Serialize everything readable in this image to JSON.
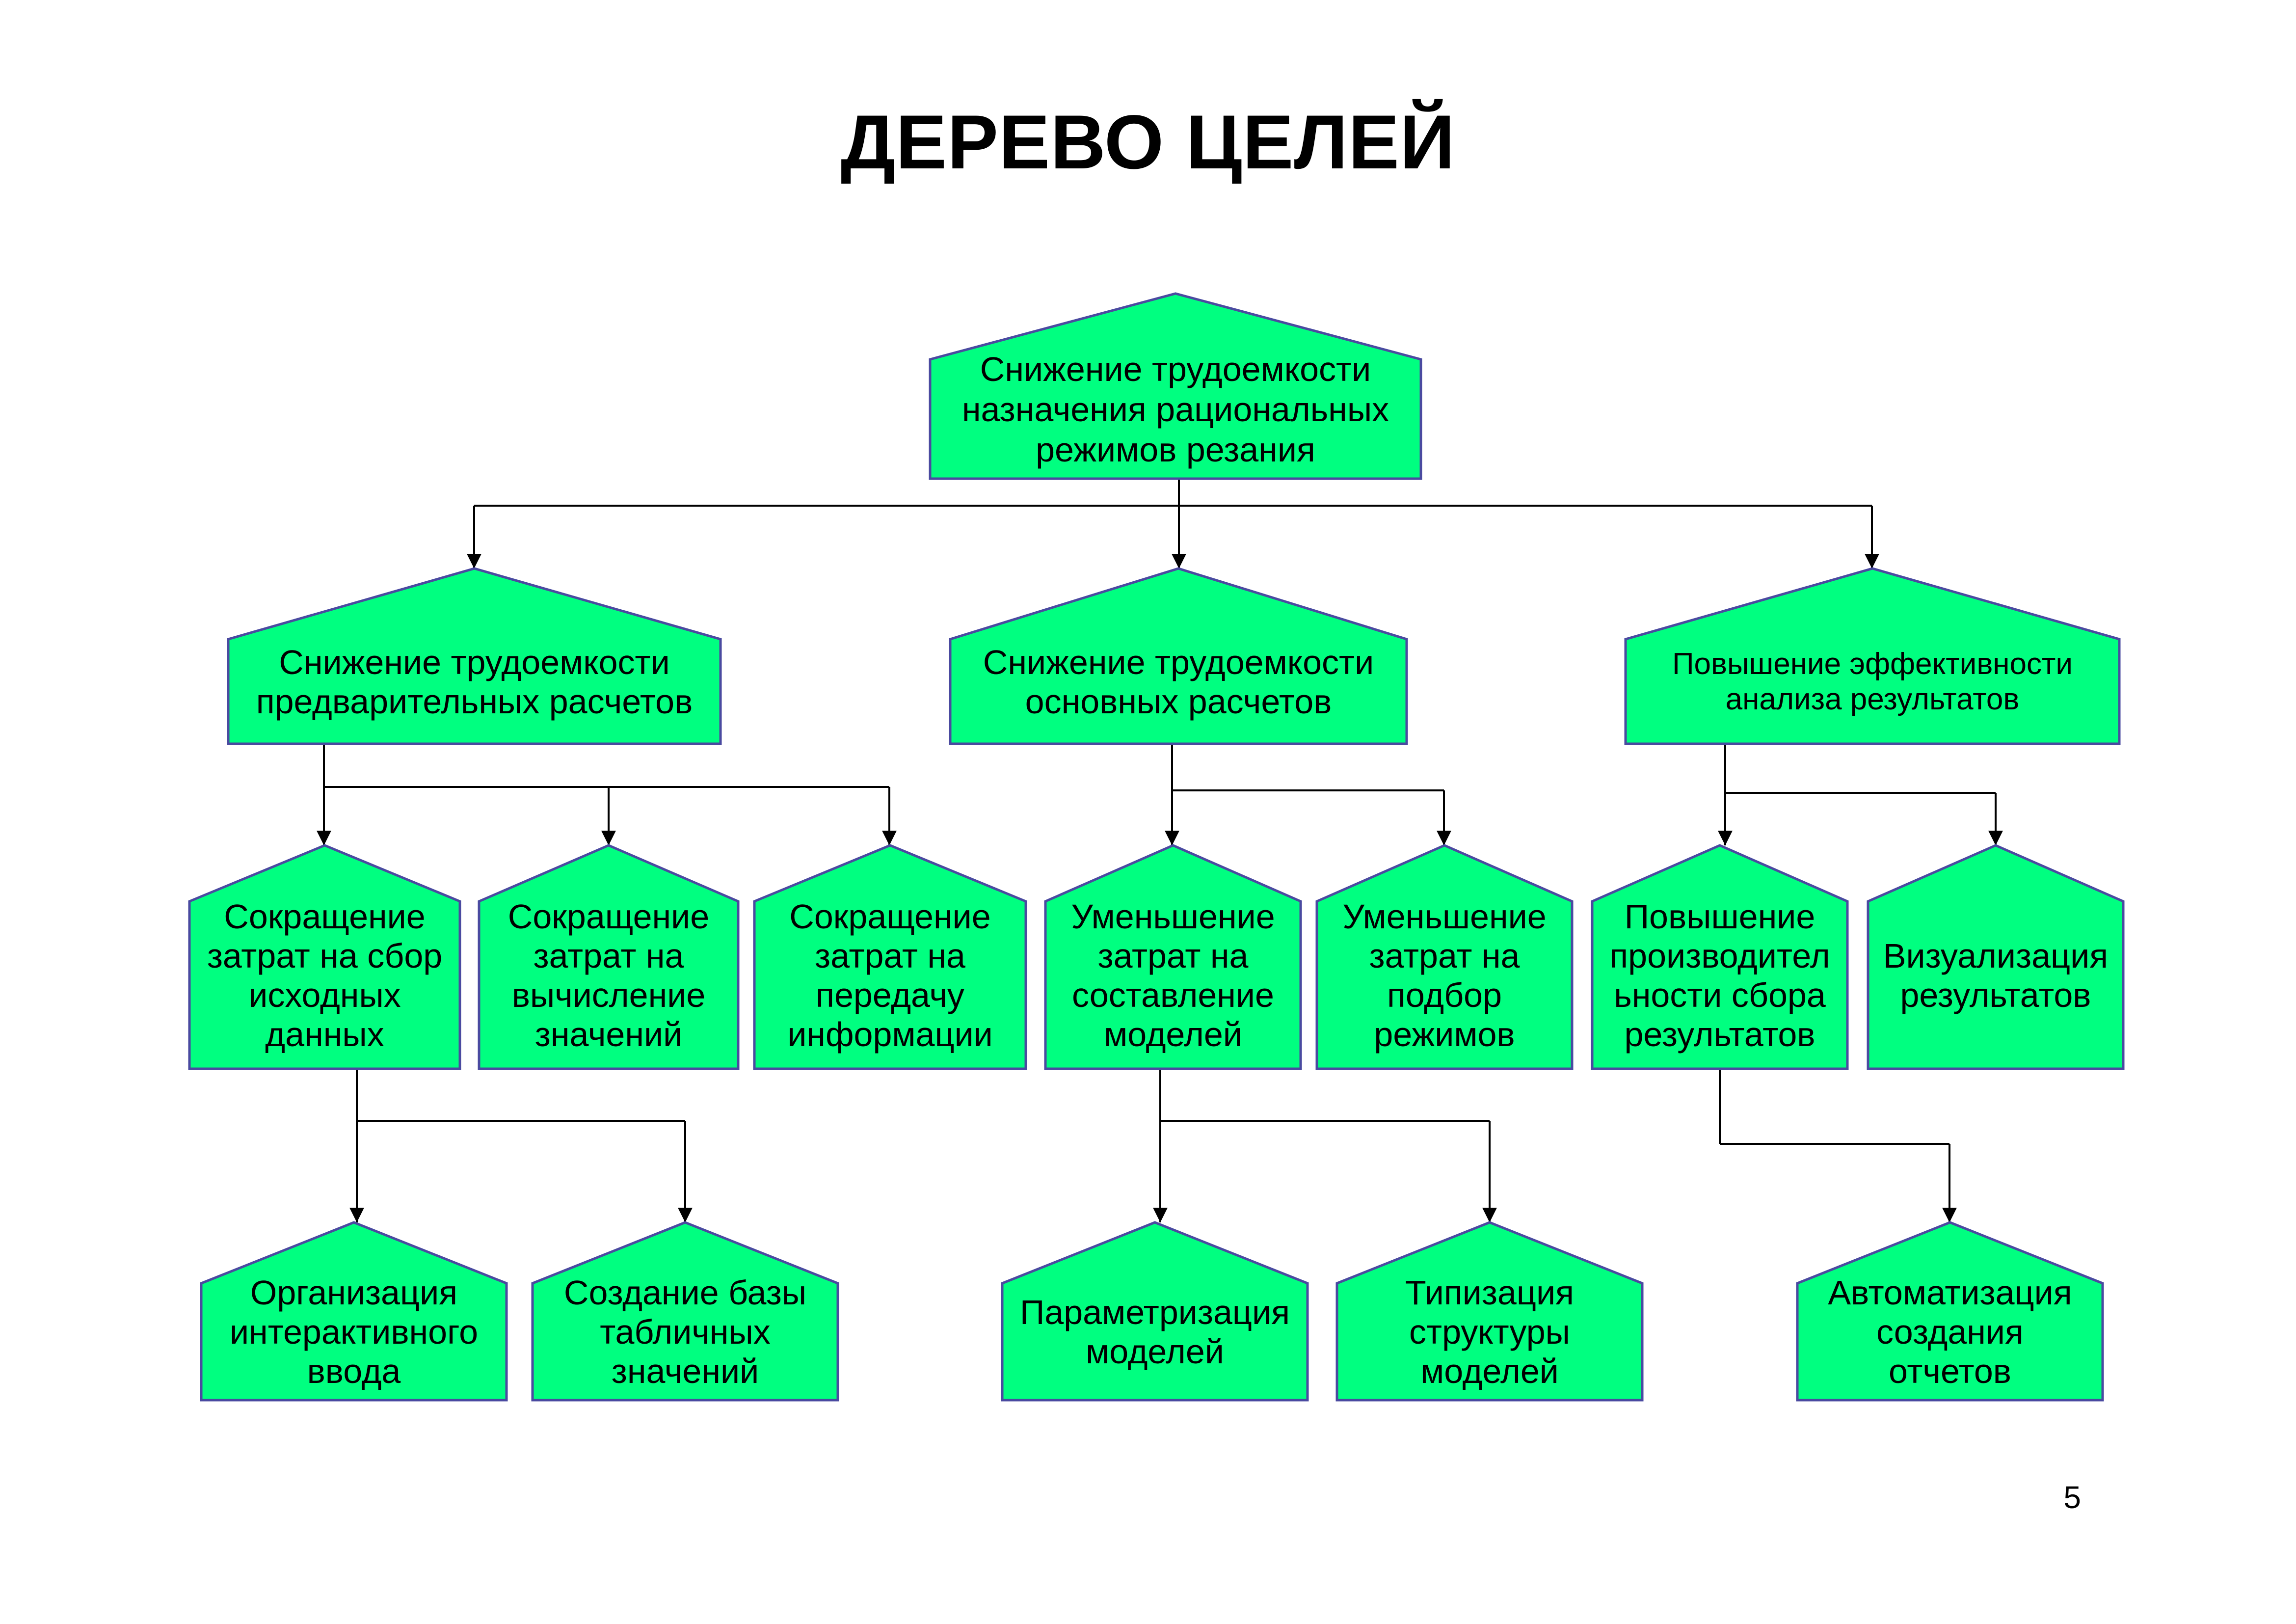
{
  "title": "ДЕРЕВО ЦЕЛЕЙ",
  "page_number": "5",
  "colors": {
    "node_fill": "#00ff80",
    "node_stroke": "#4a4aa0",
    "line": "#000000"
  },
  "nodes": [
    {
      "id": "root",
      "text": "Снижение трудоемкости\nназначения рациональных\nрежимов резания"
    },
    {
      "id": "pre-calc",
      "text": "Снижение трудоемкости\nпредварительных расчетов"
    },
    {
      "id": "main-calc",
      "text": "Снижение трудоемкости\nосновных расчетов"
    },
    {
      "id": "analysis",
      "text": "Повышение эффективности\nанализа результатов"
    },
    {
      "id": "collect",
      "text": "Сокращение\nзатрат на сбор\nисходных\nданных"
    },
    {
      "id": "compute",
      "text": "Сокращение\nзатрат на\nвычисление\nзначений"
    },
    {
      "id": "transfer",
      "text": "Сокращение\nзатрат на\nпередачу\nинформации"
    },
    {
      "id": "models",
      "text": "Уменьшение\nзатрат на\nсоставление\nмоделей"
    },
    {
      "id": "modes",
      "text": "Уменьшение\nзатрат на\nподбор\nрежимов"
    },
    {
      "id": "productivity",
      "text": "Повышение\nпроизводител\nьности сбора\nрезультатов"
    },
    {
      "id": "visualization",
      "text": "Визуализация\nрезультатов"
    },
    {
      "id": "interactive",
      "text": "Организация\nинтерактивного\nввода"
    },
    {
      "id": "table-db",
      "text": "Создание базы\nтабличных\nзначений"
    },
    {
      "id": "param",
      "text": "Параметризация\nмоделей"
    },
    {
      "id": "typing",
      "text": "Типизация\nструктуры\nмоделей"
    },
    {
      "id": "reports",
      "text": "Автоматизация\nсоздания\nотчетов"
    }
  ],
  "edges": [
    [
      "root",
      "pre-calc"
    ],
    [
      "root",
      "main-calc"
    ],
    [
      "root",
      "analysis"
    ],
    [
      "pre-calc",
      "collect"
    ],
    [
      "pre-calc",
      "compute"
    ],
    [
      "pre-calc",
      "transfer"
    ],
    [
      "main-calc",
      "models"
    ],
    [
      "main-calc",
      "modes"
    ],
    [
      "analysis",
      "productivity"
    ],
    [
      "analysis",
      "visualization"
    ],
    [
      "collect",
      "interactive"
    ],
    [
      "collect",
      "table-db"
    ],
    [
      "models",
      "param"
    ],
    [
      "models",
      "typing"
    ],
    [
      "productivity",
      "reports"
    ]
  ]
}
